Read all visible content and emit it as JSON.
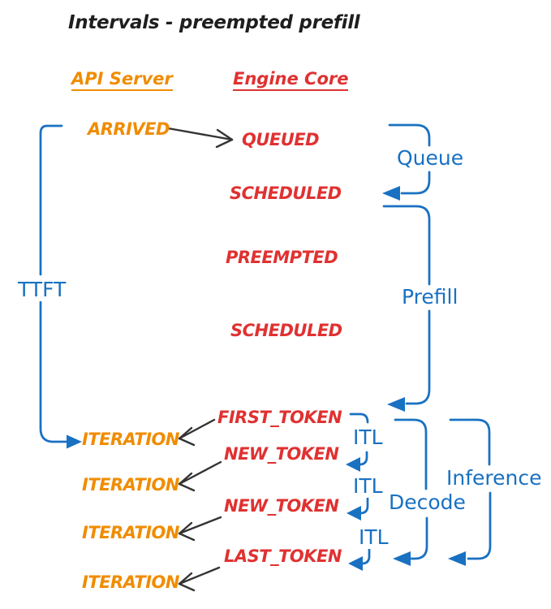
{
  "title": "Intervals - preempted prefill",
  "columns": {
    "api_server": "API Server",
    "engine_core": "Engine Core"
  },
  "api_events": [
    "ARRIVED",
    "ITERATION",
    "ITERATION",
    "ITERATION",
    "ITERATION"
  ],
  "engine_events": [
    "QUEUED",
    "SCHEDULED",
    "PREEMPTED",
    "SCHEDULED",
    "FIRST_TOKEN",
    "NEW_TOKEN",
    "NEW_TOKEN",
    "LAST_TOKEN"
  ],
  "intervals": {
    "ttft": "TTFT",
    "queue": "Queue",
    "prefill": "Prefill",
    "itl_1": "ITL",
    "itl_2": "ITL",
    "itl_3": "ITL",
    "decode": "Decode",
    "inference": "Inference"
  },
  "colors": {
    "orange": "#f08c00",
    "red": "#e03131",
    "blue": "#1971c2",
    "ink": "#1e1e1e",
    "arrow": "#343434"
  }
}
